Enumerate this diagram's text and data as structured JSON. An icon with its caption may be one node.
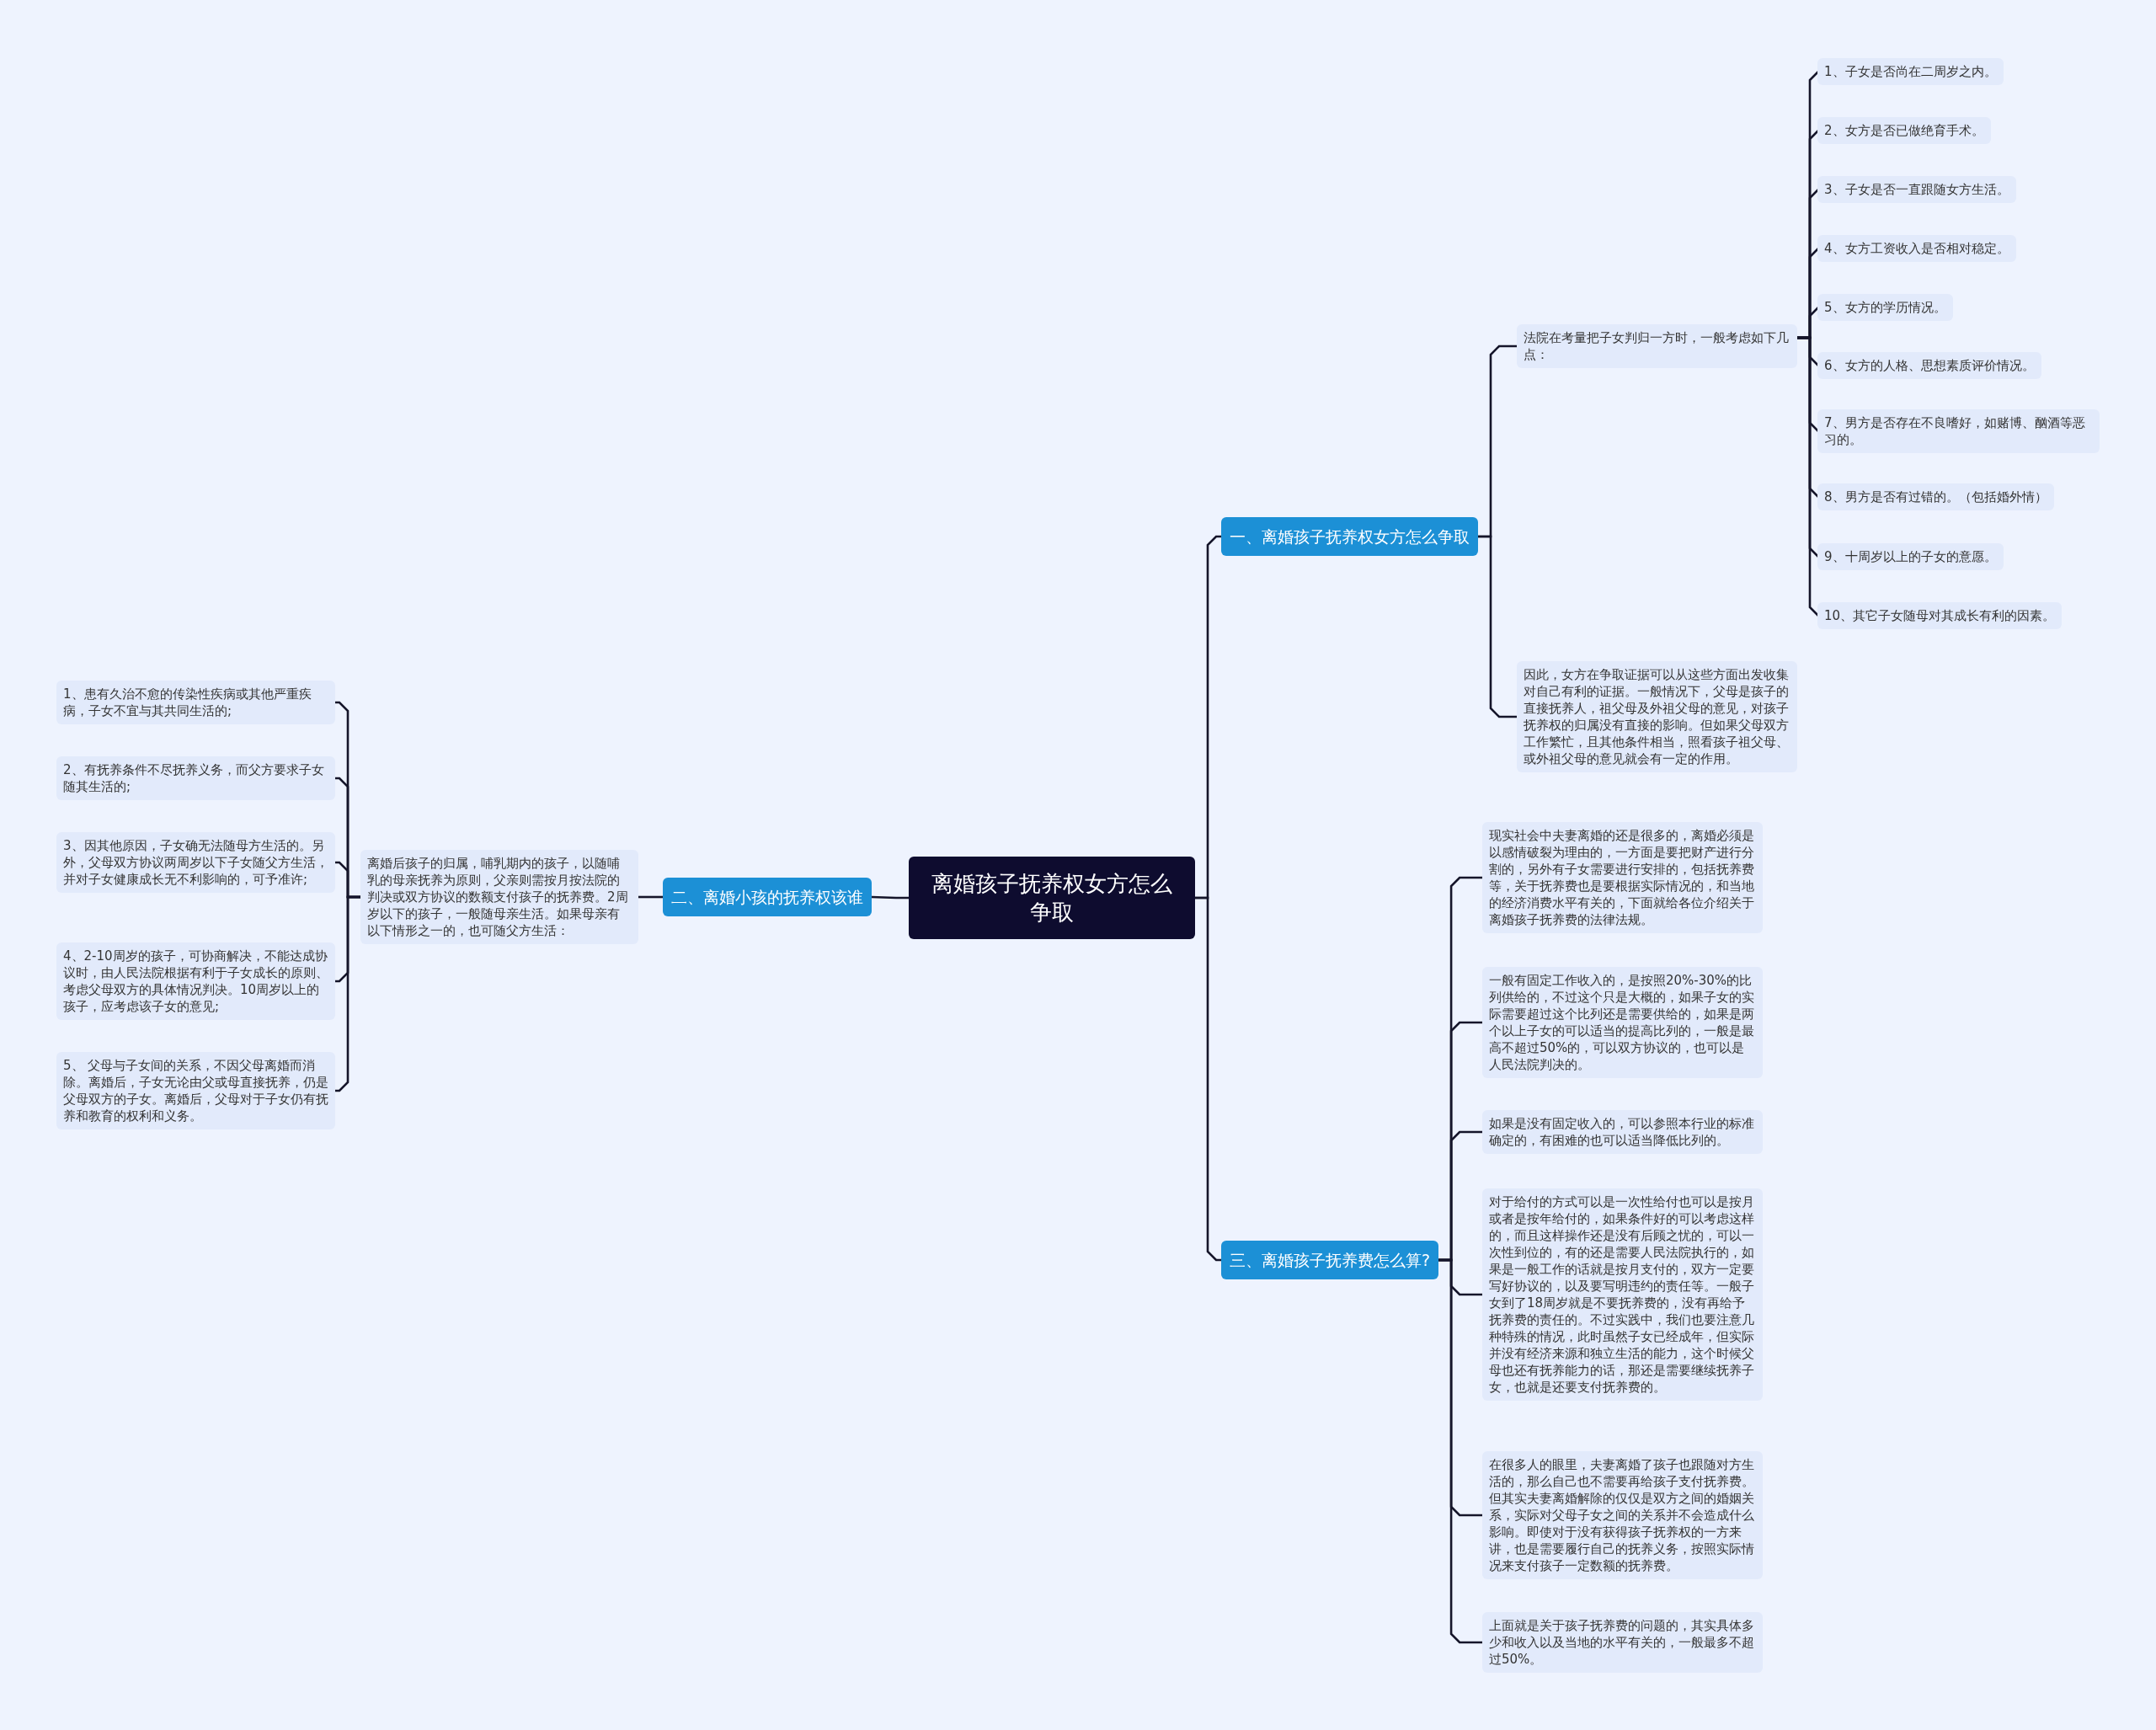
{
  "diagram": {
    "nodes": [
      {
        "text": [
          "离婚孩子抚养权女方怎么争取"
        ]
      },
      {
        "text": [
          "一、离婚孩子抚养权女方怎么争取"
        ]
      },
      {
        "text": [
          "法院在考量把子女判归一方时，一般考虑如下几点："
        ]
      },
      {
        "text": [
          "1、子女是否尚在二周岁之内。"
        ]
      },
      {
        "text": [
          "2、女方是否已做绝育手术。"
        ]
      },
      {
        "text": [
          "3、子女是否一直跟随女方生活。"
        ]
      },
      {
        "text": [
          "4、女方工资收入是否相对稳定。"
        ]
      },
      {
        "text": [
          "5、女方的学历情况。"
        ]
      },
      {
        "text": [
          "6、女方的人格、思想素质评价情况。"
        ]
      },
      {
        "text": [
          "7、男方是否存在不良嗜好，如赌博、酗酒等恶习的。"
        ]
      },
      {
        "text": [
          "8、男方是否有过错的。（包括婚外情）"
        ]
      },
      {
        "text": [
          "9、十周岁以上的子女的意愿。"
        ]
      },
      {
        "text": [
          "10、其它子女随母对其成长有利的因素。"
        ]
      },
      {
        "text": [
          "因此，女方在争取证据可以从这些方面出发收集对自己有利的证据。一般情况下，父母是孩子的直接抚养人，祖父母及外祖父母的意见，对孩子抚养权的归属没有直接的影响。但如果父母双方工作繁忙，且其他条件相当，照看孩子祖父母、或外祖父母的意见就会有一定的作用。"
        ]
      },
      {
        "text": [
          "二、离婚小孩的抚养权该谁"
        ]
      },
      {
        "text": [
          "离婚后孩子的归属，哺乳期内的孩子，以随哺乳的母亲抚养为原则，父亲则需按月按法院的判决或双方协议的数额支付孩子的抚养费。2周岁以下的孩子，一般随母亲生活。如果母亲有以下情形之一的，也可随父方生活："
        ]
      },
      {
        "text": [
          "1、患有久治不愈的传染性疾病或其他严重疾病，子女不宜与其共同生活的;"
        ]
      },
      {
        "text": [
          "2、有抚养条件不尽抚养义务，而父方要求子女随其生活的;"
        ]
      },
      {
        "text": [
          "3、因其他原因，子女确无法随母方生活的。另外，父母双方协议两周岁以下子女随父方生活，并对子女健康成长无不利影响的，可予准许;"
        ]
      },
      {
        "text": [
          "4、2-10周岁的孩子，可协商解决，不能达成协议时，由人民法院根据有利于子女成长的原则、考虑父母双方的具体情况判决。10周岁以上的孩子，应考虑该子女的意见;"
        ]
      },
      {
        "text": [
          "5、 父母与子女间的关系，不因父母离婚而消除。离婚后，子女无论由父或母直接抚养，仍是父母双方的子女。离婚后，父母对于子女仍有抚养和教育的权利和义务。"
        ]
      },
      {
        "text": [
          "三、离婚孩子抚养费怎么算?"
        ]
      },
      {
        "text": [
          "现实社会中夫妻离婚的还是很多的，离婚必须是以感情破裂为理由的，一方面是要把财产进行分割的，另外有子女需要进行安排的，包括抚养费等，关于抚养费也是要根据实际情况的，和当地的经济消费水平有关的，下面就给各位介绍关于离婚孩子抚养费的法律法规。"
        ]
      },
      {
        "text": [
          "一般有固定工作收入的，是按照20%-30%的比列供给的，不过这个只是大概的，如果子女的实际需要超过这个比列还是需要供给的，如果是两个以上子女的可以适当的提高比列的，一般是最高不超过50%的，可以双方协议的，也可以是人民法院判决的。"
        ]
      },
      {
        "text": [
          "如果是没有固定收入的，可以参照本行业的标准确定的，有困难的也可以适当降低比列的。"
        ]
      },
      {
        "text": [
          "对于给付的方式可以是一次性给付也可以是按月或者是按年给付的，如果条件好的可以考虑这样的，而且这样操作还是没有后顾之忧的，可以一次性到位的，有的还是需要人民法院执行的，如果是一般工作的话就是按月支付的，双方一定要写好协议的，以及要写明违约的责任等。一般子女到了18周岁就是不要抚养费的，没有再给予抚养费的责任的。不过实践中，我们也要注意几种特殊的情况，此时虽然子女已经成年，但实际并没有经济来源和独立生活的能力，这个时候父母也还有抚养能力的话，那还是需要继续抚养子女，也就是还要支付抚养费的。"
        ]
      },
      {
        "text": [
          "在很多人的眼里，夫妻离婚了孩子也跟随对方生活的，那么自己也不需要再给孩子支付抚养费。但其实夫妻离婚解除的仅仅是双方之间的婚姻关系，实际对父母子女之间的关系并不会造成什么影响。即使对于没有获得孩子抚养权的一方来讲，也是需要履行自己的抚养义务，按照实际情况来支付孩子一定数额的抚养费。"
        ]
      },
      {
        "text": [
          "上面就是关于孩子抚养费的问题的，其实具体多少和收入以及当地的水平有关的，一般最多不超过50%。"
        ]
      }
    ],
    "edges": [
      {
        "from": 0,
        "to": 1,
        "arrow": "none"
      },
      {
        "from": 1,
        "to": 2,
        "arrow": "none"
      },
      {
        "from": 2,
        "to": 3,
        "arrow": "none"
      },
      {
        "from": 2,
        "to": 4,
        "arrow": "none"
      },
      {
        "from": 2,
        "to": 5,
        "arrow": "none"
      },
      {
        "from": 2,
        "to": 6,
        "arrow": "none"
      },
      {
        "from": 2,
        "to": 7,
        "arrow": "none"
      },
      {
        "from": 2,
        "to": 8,
        "arrow": "none"
      },
      {
        "from": 2,
        "to": 9,
        "arrow": "none"
      },
      {
        "from": 2,
        "to": 10,
        "arrow": "none"
      },
      {
        "from": 2,
        "to": 11,
        "arrow": "none"
      },
      {
        "from": 2,
        "to": 12,
        "arrow": "none"
      },
      {
        "from": 1,
        "to": 13,
        "arrow": "none"
      },
      {
        "from": 0,
        "to": 14,
        "arrow": "none"
      },
      {
        "from": 14,
        "to": 15,
        "arrow": "none"
      },
      {
        "from": 15,
        "to": 16,
        "arrow": "none"
      },
      {
        "from": 15,
        "to": 17,
        "arrow": "none"
      },
      {
        "from": 15,
        "to": 18,
        "arrow": "none"
      },
      {
        "from": 15,
        "to": 19,
        "arrow": "none"
      },
      {
        "from": 15,
        "to": 20,
        "arrow": "none"
      },
      {
        "from": 0,
        "to": 21,
        "arrow": "none"
      },
      {
        "from": 21,
        "to": 22,
        "arrow": "none"
      },
      {
        "from": 21,
        "to": 23,
        "arrow": "none"
      },
      {
        "from": 21,
        "to": 24,
        "arrow": "none"
      },
      {
        "from": 21,
        "to": 25,
        "arrow": "none"
      },
      {
        "from": 21,
        "to": 26,
        "arrow": "none"
      },
      {
        "from": 21,
        "to": 27,
        "arrow": "none"
      }
    ]
  }
}
